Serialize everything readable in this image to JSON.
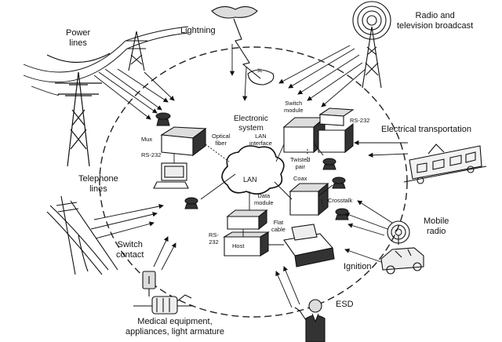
{
  "sources": {
    "power_lines": "Power\nlines",
    "lightning": "Lightning",
    "radio_tv": "Radio and\ntelevision broadcast",
    "electrical_transportation": "Electrical transportation",
    "telephone_lines": "Telephone\nlines",
    "mobile_radio": "Mobile\nradio",
    "switch_contact": "Switch\ncontact",
    "ignition": "Ignition",
    "esd": "ESD",
    "medical_equipment": "Medical equipment,\nappliances, light armature"
  },
  "system": {
    "electronic_system": "Electronic\nsystem",
    "lan": "LAN",
    "mux": "Mux",
    "rs232_left": "RS-232",
    "optical_fiber": "Optical\nfiber",
    "lan_interface": "LAN\ninterface",
    "switch_module": "Switch\nmodule",
    "rs232_right": "RS-232",
    "twisted_pair": "Twisted\npair",
    "coax": "Coax",
    "crosstalk": "Crosstalk",
    "data_module": "Data\nmodule",
    "flat_cable": "Flat\ncable",
    "host": "Host",
    "rs232_bottom": "RS-\n232",
    "lightning_strike_mark": "3L"
  }
}
